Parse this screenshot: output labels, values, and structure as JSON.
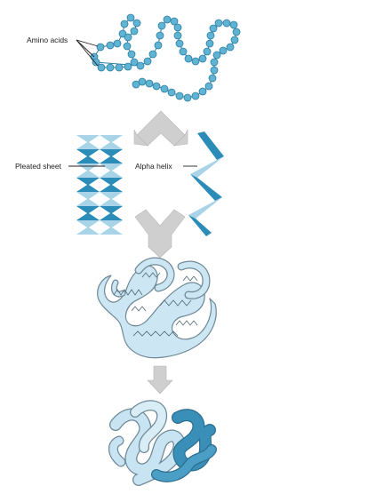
{
  "labels": {
    "amino_acids": "Amino acids",
    "pleated_sheet": "Pleated sheet",
    "alpha_helix": "Alpha helix"
  },
  "colors": {
    "bead_fill": "#5fb3d3",
    "bead_stroke": "#2f7fa3",
    "dark_blue": "#2b8cb8",
    "light_blue": "#a9d4e8",
    "pale_blue": "#cde6f3",
    "outline": "#6d8896",
    "arrow_gray": "#cfcfcf",
    "text": "#222222"
  },
  "icons": {
    "arrow_split": "split-arrow-icon",
    "arrow_merge": "merge-arrow-icon",
    "arrow_down": "down-arrow-icon"
  }
}
